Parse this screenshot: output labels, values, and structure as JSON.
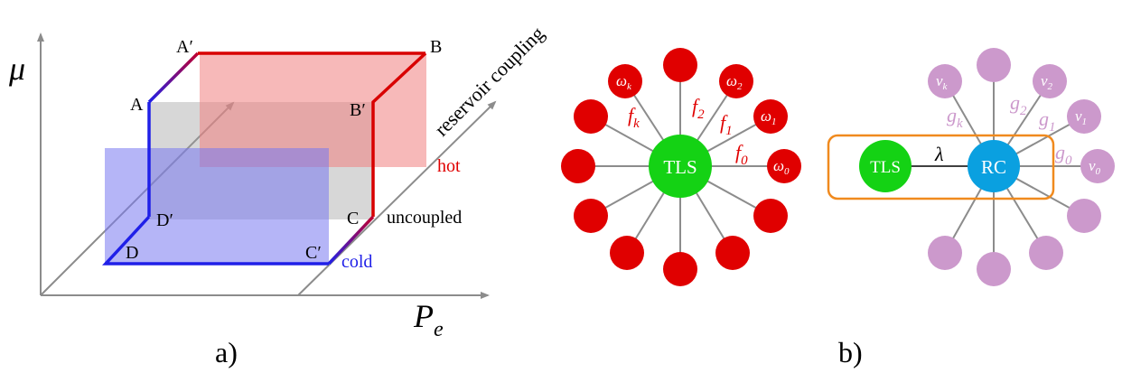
{
  "panel_a": {
    "caption": "a)",
    "y_axis_label": "μ",
    "x_axis_label_main": "P",
    "x_axis_label_sub": "e",
    "depth_axis_label": "reservoir coupling",
    "points": {
      "A": "A",
      "A_prime": "A′",
      "B": "B",
      "B_prime": "B′",
      "C": "C",
      "C_prime": "C′",
      "D": "D",
      "D_prime": "D′"
    },
    "plane_labels": {
      "hot": "hot",
      "uncoupled": "uncoupled",
      "cold": "cold"
    },
    "colors": {
      "hot": "#e00000",
      "cold": "#2020e8",
      "axis": "#8c8c8c",
      "uncoupled_plane": "#9a9a9a"
    }
  },
  "panel_b": {
    "caption": "b)",
    "left": {
      "center_label": "TLS",
      "couplings": [
        {
          "main": "f",
          "sub": "k"
        },
        {
          "main": "f",
          "sub": "2"
        },
        {
          "main": "f",
          "sub": "1"
        },
        {
          "main": "f",
          "sub": "0"
        }
      ],
      "modes": [
        {
          "main": "ω",
          "sub": "k"
        },
        {
          "main": "ω",
          "sub": "2"
        },
        {
          "main": "ω",
          "sub": "1"
        },
        {
          "main": "ω",
          "sub": "0"
        }
      ],
      "colors": {
        "center": "#14d214",
        "modes": "#e00000",
        "spokes": "#8c8c8c"
      }
    },
    "right": {
      "tls_label": "TLS",
      "rc_label": "RC",
      "lambda_label": "λ",
      "couplings": [
        {
          "main": "g",
          "sub": "k"
        },
        {
          "main": "g",
          "sub": "2"
        },
        {
          "main": "g",
          "sub": "1"
        },
        {
          "main": "g",
          "sub": "0"
        }
      ],
      "modes": [
        {
          "main": "ν",
          "sub": "k"
        },
        {
          "main": "ν",
          "sub": "2"
        },
        {
          "main": "ν",
          "sub": "1"
        },
        {
          "main": "ν",
          "sub": "0"
        }
      ],
      "colors": {
        "tls": "#14d214",
        "rc": "#0aa0e0",
        "modes": "#cc99cc",
        "box": "#f08a1e"
      }
    }
  }
}
